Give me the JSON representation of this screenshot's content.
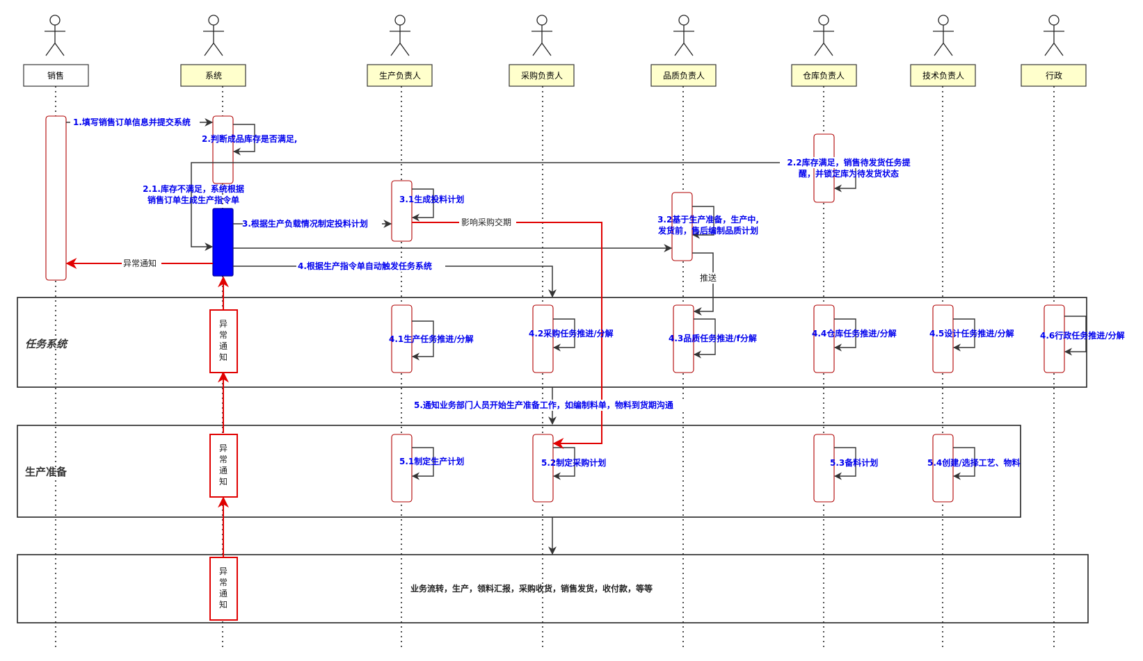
{
  "colors": {
    "accent_blue": "#0000ee",
    "alert_red": "#e00000",
    "head_fill": "#ffffcc",
    "activation_blue": "#0000ff",
    "line_dark": "#333333"
  },
  "actors": [
    {
      "id": "sales",
      "label": "销售"
    },
    {
      "id": "system",
      "label": "系统"
    },
    {
      "id": "production",
      "label": "生产负责人"
    },
    {
      "id": "purchase",
      "label": "采购负责人"
    },
    {
      "id": "quality",
      "label": "品质负责人"
    },
    {
      "id": "warehouse",
      "label": "仓库负责人"
    },
    {
      "id": "tech",
      "label": "技术负责人"
    },
    {
      "id": "admin",
      "label": "行政"
    }
  ],
  "frames": {
    "task_system": "任务系统",
    "production_prep": "生产准备",
    "business": "业务流转，生产，领料汇报，采购收货，销售发货，收付款，等等"
  },
  "messages": {
    "m1": "1.填写销售订单信息并提交系统",
    "m2": "2.判断成品库存是否满足,",
    "m2_2_line1": "2.2库存满足，销售待发货任务提",
    "m2_2_line2": "醒，并锁定库为待发货状态",
    "m2_1_line1": "2.1.库存不满足，系统根据",
    "m2_1_line2": "销售订单生成生产指令单",
    "m3": "3.根据生产负载情况制定投料计划",
    "m3_1": "3.1生成投料计划",
    "m3_impact": "影响采购交期",
    "m3_2_line1": "3.2基于生产准备，生产中,",
    "m3_2_line2": "发货前，售后编制品质计划",
    "exception_notice": "异常通知",
    "m4": "4.根据生产指令单自动触发任务系统",
    "push": "推送",
    "m4_1": "4.1生产任务推进/分解",
    "m4_2": "4.2采购任务推进/分解",
    "m4_3": "4.3品质任务推进/f分解",
    "m4_4": "4.4仓库任务推进/分解",
    "m4_5": "4.5设计任务推进/分解",
    "m4_6": "4.6行政任务推进/分解",
    "m5": "5.通知业务部门人员开始生产准备工作，如编制料单，物料到货期沟通",
    "m5_1": "5.1制定生产计划",
    "m5_2": "5.2制定采购计划",
    "m5_3": "5.3备料计划",
    "m5_4": "5.4创建/选择工艺、物料"
  },
  "alert_boxes": [
    {
      "chars": [
        "异",
        "常",
        "通",
        "知"
      ]
    },
    {
      "chars": [
        "异",
        "常",
        "通",
        "知"
      ]
    },
    {
      "chars": [
        "异",
        "常",
        "通",
        "知"
      ]
    }
  ]
}
